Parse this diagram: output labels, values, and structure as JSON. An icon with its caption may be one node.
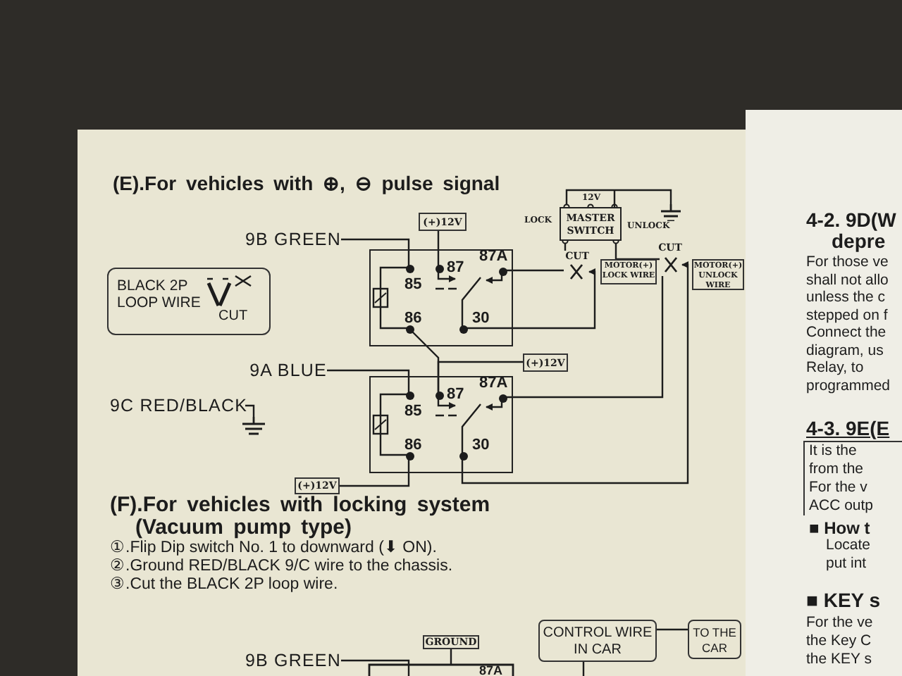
{
  "diagram": {
    "title": "(E).For vehicles with ⊕, ⊖ pulse signal",
    "nodes": [
      {
        "text": [
          "BLACK 2P LOOP WIRE",
          "CUT"
        ]
      },
      {
        "text": [
          "9B GREEN"
        ]
      },
      {
        "text": [
          "(+)12V"
        ]
      },
      {
        "text": [],
        "shape": "box"
      },
      {
        "text": [
          "85"
        ],
        "in": 3
      },
      {
        "text": [
          "87"
        ],
        "in": 3
      },
      {
        "text": [
          "87A"
        ],
        "in": 3
      },
      {
        "text": [
          "86"
        ],
        "in": 3
      },
      {
        "text": [
          "30"
        ],
        "in": 3
      },
      {
        "text": [
          "MASTER SWITCH"
        ],
        "beside": [
          "LOCK",
          "12V",
          "UNLOCK"
        ]
      },
      {
        "text": [
          "CUT"
        ]
      },
      {
        "text": [
          "MOTOR(+) LOCK WIRE"
        ]
      },
      {
        "text": [
          "CUT"
        ]
      },
      {
        "text": [
          "MOTOR(+) UNLOCK WIRE"
        ]
      },
      {
        "text": [
          "9A BLUE"
        ]
      },
      {
        "text": [
          "(+)12V"
        ]
      },
      {
        "text": [],
        "shape": "box"
      },
      {
        "text": [
          "85"
        ],
        "in": 16
      },
      {
        "text": [
          "87"
        ],
        "in": 16
      },
      {
        "text": [
          "87A"
        ],
        "in": 16
      },
      {
        "text": [
          "86"
        ],
        "in": 16
      },
      {
        "text": [
          "30"
        ],
        "in": 16
      },
      {
        "text": [
          "9C RED/BLACK"
        ]
      },
      {
        "text": [],
        "shape": "ground"
      },
      {
        "text": [
          "(+)12V"
        ]
      },
      {
        "text": [],
        "shape": "ground"
      },
      {
        "text": [
          "9B GREEN"
        ]
      },
      {
        "text": [
          "GROUND"
        ]
      },
      {
        "text": [
          "CONTROL WIRE IN CAR"
        ]
      },
      {
        "text": [
          "TO THE CAR"
        ]
      }
    ],
    "edges": [
      {
        "from": 1,
        "to": 4,
        "arrow": "none"
      },
      {
        "from": 2,
        "to": 5,
        "arrow": "none"
      },
      {
        "from": 6,
        "to": 10,
        "arrow": "none"
      },
      {
        "from": 8,
        "to": 10,
        "arrow": "to"
      },
      {
        "from": 9,
        "to": 10,
        "arrow": "other"
      },
      {
        "from": 9,
        "to": 12,
        "arrow": "other"
      },
      {
        "from": 19,
        "to": 12,
        "arrow": "none"
      },
      {
        "from": 21,
        "to": 12,
        "arrow": "to"
      },
      {
        "from": 7,
        "to": 18,
        "arrow": "none"
      },
      {
        "from": 15,
        "to": 18,
        "arrow": "none"
      },
      {
        "from": 14,
        "to": 17,
        "arrow": "none"
      },
      {
        "from": 24,
        "to": 20,
        "arrow": "none"
      },
      {
        "from": 22,
        "to": 23,
        "arrow": "none"
      },
      {
        "from": 9,
        "to": 25,
        "arrow": "other"
      },
      {
        "from": 26,
        "to": null,
        "arrow": "none"
      },
      {
        "from": 27,
        "to": null,
        "arrow": "none"
      },
      {
        "from": 28,
        "to": 29,
        "arrow": "none"
      },
      {
        "from": 28,
        "to": null,
        "arrow": "none"
      },
      {
        "from": 4,
        "to": 7,
        "arrow": "none"
      },
      {
        "from": 17,
        "to": 20,
        "arrow": "none"
      },
      {
        "from": 8,
        "to": 6,
        "arrow": "none"
      },
      {
        "from": 21,
        "to": 19,
        "arrow": "none"
      }
    ],
    "labels": [
      "(F).For vehicles with locking system",
      "(Vacuum pump type)",
      "①.Flip Dip switch No. 1 to downward (⬇ ON).",
      "②.Ground RED/BLACK 9/C wire to the chassis.",
      "③.Cut the BLACK 2P loop wire.",
      "87A",
      "4-2. 9D(W",
      "depre",
      "For those ve shall not allo unless the c stepped on f Connect the diagram, us Relay, to programmed",
      "4-3. 9E(E",
      "It is the from the For the v ACC outp",
      "■ How t",
      "Locate put int",
      "■ KEY s",
      "For the ve the Key C the KEY s"
    ]
  }
}
